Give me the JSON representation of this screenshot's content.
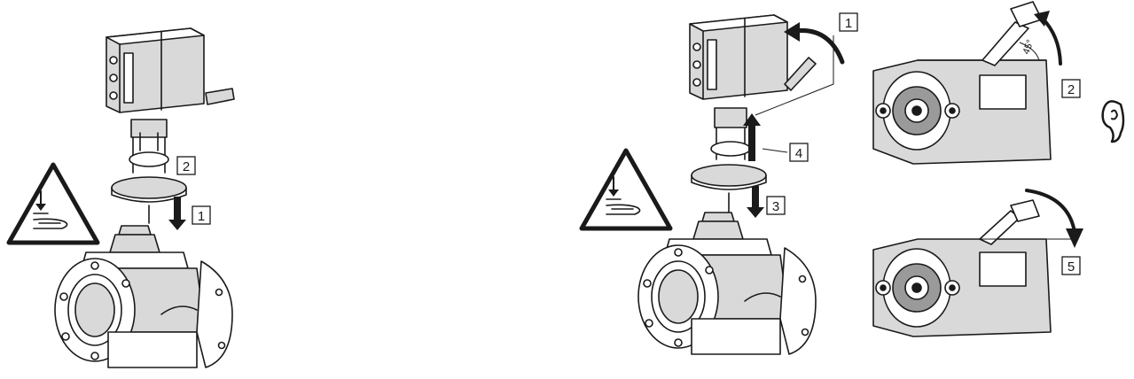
{
  "steps_left": [
    "2",
    "1"
  ],
  "steps_right": [
    "1",
    "4",
    "3",
    "2",
    "5"
  ],
  "angle_label": "45°",
  "colors": {
    "line": "#1a1a1a",
    "body": "#d9d9d9",
    "shade": "#9a9a9a"
  },
  "icons": [
    "warning-hand-pinch-icon",
    "warning-hand-pinch-icon",
    "ear-listen-icon"
  ]
}
